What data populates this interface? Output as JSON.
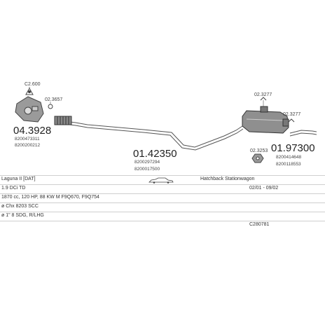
{
  "parts": {
    "downpipe_clamp": "C2.600",
    "cat": {
      "number": "04.3928",
      "oem1": "8200473311",
      "oem2": "8200200212"
    },
    "flex_gasket": "02.3657",
    "middle": {
      "number": "01.42350",
      "oem1": "8200297294",
      "oem2": "8200017500"
    },
    "clamp_a": "02.3277",
    "clamp_b": "02.3277",
    "rear": {
      "number": "01.97300",
      "oem1": "8200414648",
      "oem2": "8200118553"
    },
    "rear_clamp": "02.3253"
  },
  "vehicle": {
    "model": "Laguna II [DAT]",
    "body": "Hatchback Stationwagon",
    "engine": "1.9 DCi TD",
    "period": "02/01 - 09/02",
    "spec1": "1870 cc, 120 HP, 88 KW  M F9Q670, F9Q754",
    "spec2": "ø Chx 8203 SCC",
    "spec3": "ø 1\" 8 SDG, R/LHG",
    "ref": "C280781"
  },
  "colors": {
    "line": "#555555",
    "part_fill": "#9a9a9a",
    "dark": "#444444"
  }
}
